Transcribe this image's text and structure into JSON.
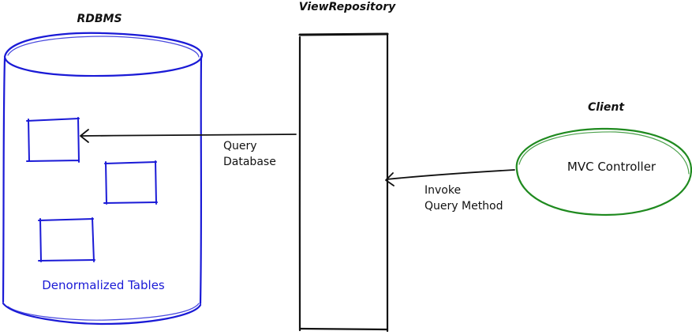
{
  "database": {
    "title": "RDBMS",
    "caption": "Denormalized Tables",
    "color": "#1a1ad6"
  },
  "repository": {
    "title": "ViewRepository"
  },
  "client": {
    "title": "Client",
    "controller_label": "MVC Controller",
    "color": "#1f8a1f"
  },
  "arrows": {
    "query_database": [
      "Query",
      "Database"
    ],
    "invoke_query_method": [
      "Invoke",
      "Query Method"
    ]
  },
  "icons": {
    "database": "database-cylinder-icon",
    "table": "table-icon"
  }
}
